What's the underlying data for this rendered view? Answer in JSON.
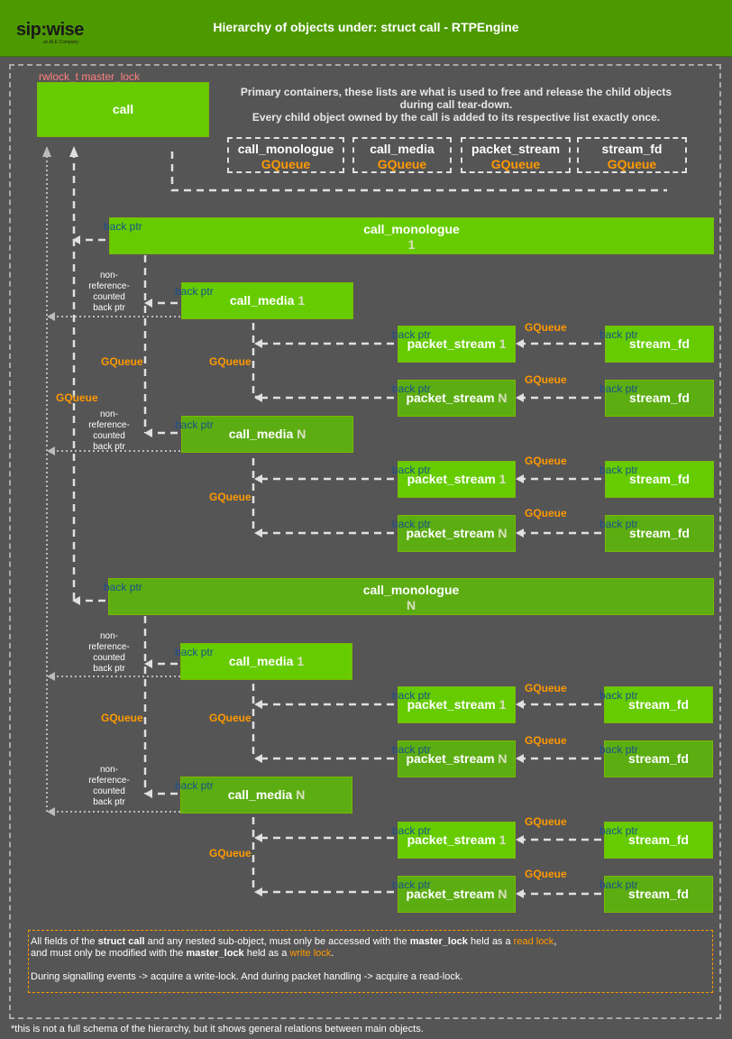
{
  "header": {
    "title": "Hierarchy of objects under: struct call - RTPEngine",
    "logo_text": "sip:wise",
    "logo_sub": "an ALE Company"
  },
  "lock_label": "rwlock_t master_lock",
  "call_label": "call",
  "primary_note": {
    "line1": "Primary containers, these lists are what is used to free and release the child objects",
    "line2": "during call tear-down.",
    "line3": "Every child object owned by the call is added to its respective list exactly once."
  },
  "lists": [
    {
      "name": "call_monologue",
      "type": "GQueue"
    },
    {
      "name": "call_media",
      "type": "GQueue"
    },
    {
      "name": "packet_stream",
      "type": "GQueue"
    },
    {
      "name": "stream_fd",
      "type": "GQueue"
    }
  ],
  "labels": {
    "back_ptr": "back ptr",
    "gqueue": "GQueue",
    "non_ref_1": "non-",
    "non_ref_2": "reference-",
    "non_ref_3": "counted",
    "non_ref_4": "back ptr"
  },
  "monologues": [
    {
      "name": "call_monologue",
      "index": "1"
    },
    {
      "name": "call_monologue",
      "index": "N"
    }
  ],
  "objects": {
    "call_media": "call_media",
    "packet_stream": "packet_stream",
    "stream_fd": "stream_fd",
    "idx_1": "1",
    "idx_n": "N"
  },
  "footer_note": {
    "p1_a": "All fields of the ",
    "p1_b": "struct call",
    "p1_c": " and any nested sub-object, must only be accessed with the ",
    "p1_d": "master_lock",
    "p1_e": " held as a ",
    "p1_f": "read lock",
    "p1_g": ",",
    "p2_a": "and must only be modified with the ",
    "p2_b": "master_lock",
    "p2_c": " held as a ",
    "p2_d": "write lock",
    "p2_e": ".",
    "p3": "During signalling events -> acquire a write-lock. And during packet handling -> acquire a read-lock."
  },
  "disclaimer": "*this is not a full schema of the hierarchy, but it shows general relations between main objects.",
  "colors": {
    "header_bg": "#4d9900",
    "page_bg": "#555555",
    "box_bright": "#66cc00",
    "box_dark": "#5cad12",
    "gqueue_text": "#ff9900",
    "back_ptr_text": "#1b4f8a",
    "lock_text": "#ff8080"
  }
}
